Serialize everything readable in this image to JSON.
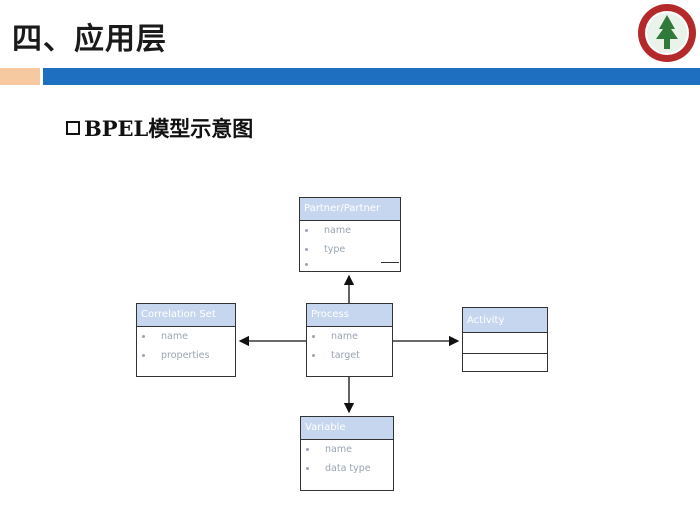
{
  "slide": {
    "title": "四、应用层",
    "subtitle": "BPEL模型示意图"
  },
  "logo": {
    "name": "university-seal-icon",
    "colors": [
      "#b42a2a",
      "#2f7a3a"
    ]
  },
  "diagram": {
    "boxes": {
      "partner": {
        "title": "Partner/Partner Link",
        "fields": [
          "name",
          "type"
        ]
      },
      "correlation": {
        "title": "Correlation Set",
        "fields": [
          "name",
          "properties"
        ]
      },
      "process": {
        "title": "Process",
        "fields": [
          "name",
          "target"
        ]
      },
      "activity": {
        "title": "Activity",
        "fields": []
      },
      "variable": {
        "title": "Variable",
        "fields": [
          "name",
          "data type"
        ]
      }
    },
    "colors": {
      "header": "#c6d6ee",
      "border": "#333333",
      "field_text": "#9aa4b2"
    }
  }
}
